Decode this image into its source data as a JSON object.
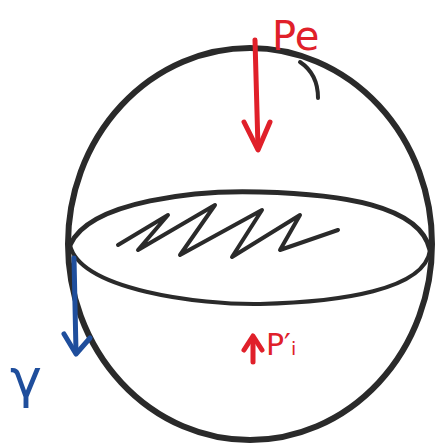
{
  "diagram": {
    "labels": [
      "Pe",
      "P′ᵢ",
      "γ"
    ]
  }
}
